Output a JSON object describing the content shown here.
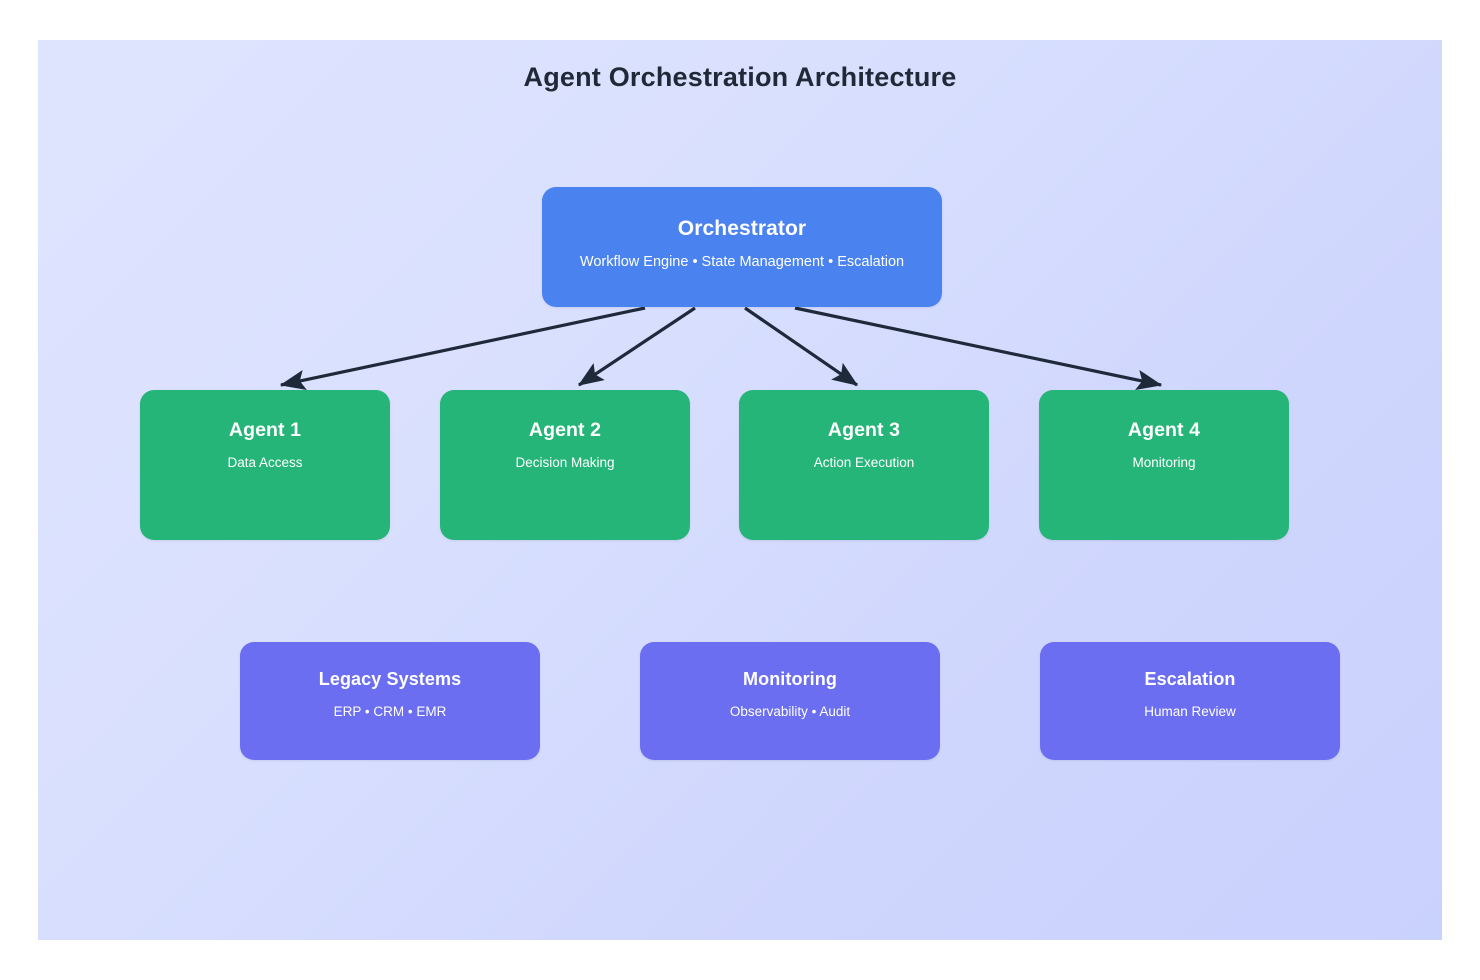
{
  "diagram": {
    "title": "Agent Orchestration Architecture",
    "type": "hierarchy-flowchart",
    "background": {
      "page": "#ffffff",
      "panel_gradient_from": "#dfe4fe",
      "panel_gradient_to": "#c9d1fd"
    },
    "colors": {
      "orchestrator": "#4a82ef",
      "agent": "#26b578",
      "support": "#6b6ef0",
      "edge": "#1e2a3a",
      "title_text": "#1f2937",
      "node_text": "#ffffff"
    }
  },
  "nodes": {
    "orchestrator": {
      "title": "Orchestrator",
      "subtitle": "Workflow Engine • State Management • Escalation"
    },
    "agents": [
      {
        "title": "Agent 1",
        "subtitle": "Data Access"
      },
      {
        "title": "Agent 2",
        "subtitle": "Decision Making"
      },
      {
        "title": "Agent 3",
        "subtitle": "Action Execution"
      },
      {
        "title": "Agent 4",
        "subtitle": "Monitoring"
      }
    ],
    "support": [
      {
        "title": "Legacy Systems",
        "subtitle": "ERP • CRM • EMR"
      },
      {
        "title": "Monitoring",
        "subtitle": "Observability • Audit"
      },
      {
        "title": "Escalation",
        "subtitle": "Human Review"
      }
    ]
  },
  "edges": [
    {
      "from": "orchestrator",
      "to": "agent-1",
      "style": "solid-arrow"
    },
    {
      "from": "orchestrator",
      "to": "agent-2",
      "style": "solid-arrow"
    },
    {
      "from": "orchestrator",
      "to": "agent-3",
      "style": "solid-arrow"
    },
    {
      "from": "orchestrator",
      "to": "agent-4",
      "style": "solid-arrow"
    }
  ]
}
